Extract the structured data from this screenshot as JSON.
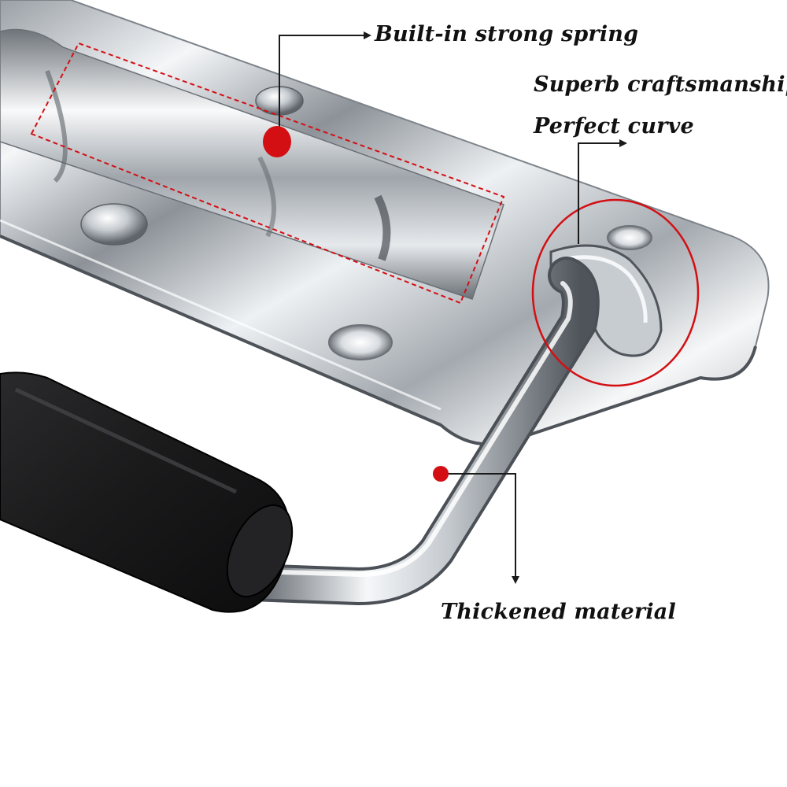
{
  "callouts": {
    "spring": "Built-in strong spring",
    "craftsmanship": "Superb craftsmanship",
    "curve": "Perfect curve",
    "material": "Thickened material"
  },
  "colors": {
    "callout_marker": "#d30f14",
    "callout_line": "#1a1a1a",
    "chrome_light": "#f2f4f6",
    "chrome_mid": "#b9bec4",
    "chrome_dark": "#5d636a",
    "grip": "#1c1c1e"
  }
}
